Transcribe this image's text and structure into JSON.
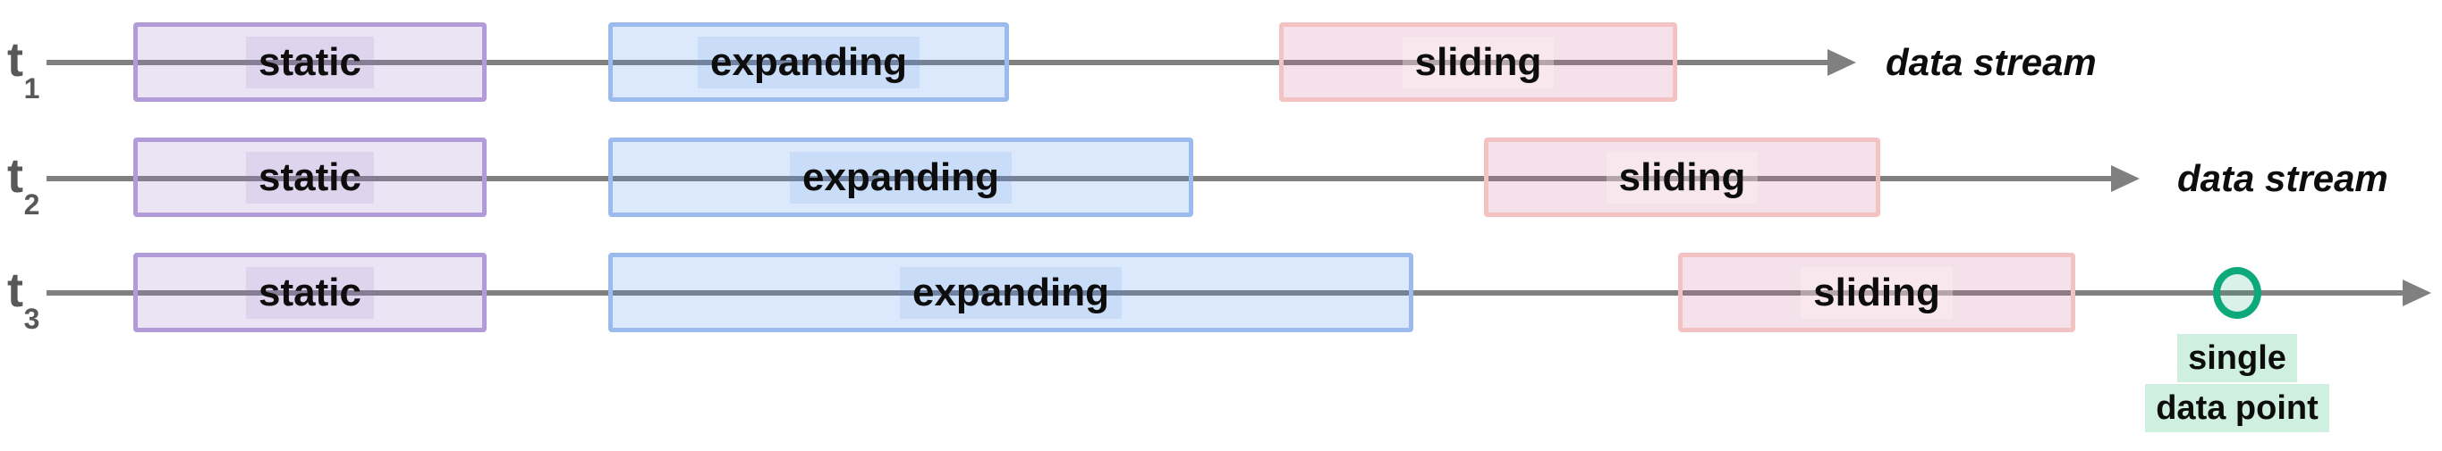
{
  "colors": {
    "line": "#808080",
    "tlabel": "#58585a",
    "text": "#0d0d0d",
    "purple-border": "#b19bd8",
    "purple-fill": "#9678c833",
    "purple-hl": "#9678c824",
    "blue-border": "#9bbbee",
    "blue-fill": "#4f8ceb33",
    "blue-hl": "#4f8ceb22",
    "pink-border": "#f3c2c2",
    "pink-fill": "#c8699133",
    "pink-hl": "#fff5fa59",
    "green-stroke": "#0da97a",
    "green-fill": "#14aa7829",
    "mint-hl": "#24b47838"
  },
  "rows": [
    {
      "time_label": "t",
      "time_sub": "1",
      "windows": [
        {
          "type": "static",
          "label": "static"
        },
        {
          "type": "expanding",
          "label": "expanding"
        },
        {
          "type": "sliding",
          "label": "sliding"
        }
      ],
      "stream_label": "data stream"
    },
    {
      "time_label": "t",
      "time_sub": "2",
      "windows": [
        {
          "type": "static",
          "label": "static"
        },
        {
          "type": "expanding",
          "label": "expanding"
        },
        {
          "type": "sliding",
          "label": "sliding"
        }
      ],
      "stream_label": "data stream"
    },
    {
      "time_label": "t",
      "time_sub": "3",
      "windows": [
        {
          "type": "static",
          "label": "static"
        },
        {
          "type": "expanding",
          "label": "expanding"
        },
        {
          "type": "sliding",
          "label": "sliding"
        }
      ]
    }
  ],
  "single_data_point": {
    "line1": "single",
    "line2": "data point"
  }
}
